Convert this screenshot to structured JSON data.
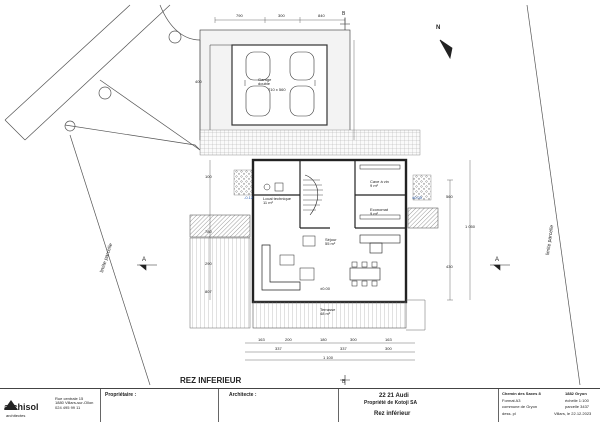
{
  "plan": {
    "title": "REZ INFERIEUR",
    "north": "N",
    "parcel_limit": "limite parcelle",
    "section_marks": [
      "A",
      "A",
      "B",
      "B"
    ],
    "rooms": {
      "garage": "Garage\ndouble",
      "garage_size": "710 x 560",
      "local_tech": "Local technique\n11 m²",
      "cave": "Cave à vin\n9 m²",
      "economat": "Economat\n9 m²",
      "sejour": "Séjour\n55 m²",
      "terrasse": "Terrasse\n48 m²"
    },
    "levels": [
      "±0.00",
      "-0.12",
      "±0.00"
    ],
    "dims_top": [
      "790",
      "300",
      "840"
    ],
    "dims_bottom": [
      "163",
      "200",
      "180",
      "300",
      "163",
      "337",
      "337",
      "300"
    ],
    "dim_total": "1 100",
    "dims_left": [
      "400",
      "780",
      "100",
      "290",
      "807"
    ],
    "dims_right": [
      "1 050",
      "560",
      "430"
    ]
  },
  "titleblock": {
    "company": "archisol",
    "company_sub": "architectes",
    "address": "Rue centrale 15\n1880 Villars-sur-Ollon\n024 495 99 11",
    "proprietaire_label": "Propriétaire :",
    "architecte_label": "Architecte :",
    "project": "22 21 Audi",
    "owner": "Propriété de Kotoji SA",
    "sheet": "Rez inférieur",
    "address_site": "Chemin des Saxes 8",
    "format": "Format A3",
    "commune": "commune de Gryon",
    "dess": "dess. pl",
    "zip": "1882 Gryon",
    "echelle": "échelle 1:100",
    "parcelle": "parcelle 3437",
    "date": "Villars, le 22.12.2023"
  }
}
